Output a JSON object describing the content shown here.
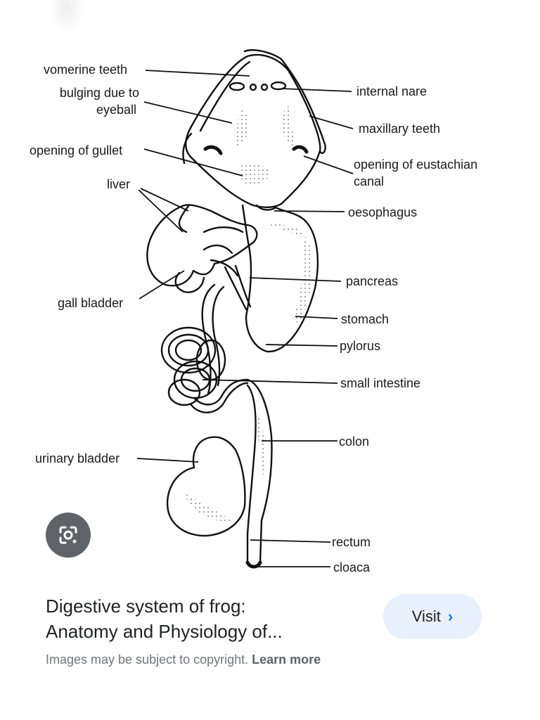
{
  "diagram": {
    "labels": {
      "vomerine_teeth": "vomerine teeth",
      "bulging_eyeball_1": "bulging due to",
      "bulging_eyeball_2": "eyeball",
      "opening_gullet": "opening of gullet",
      "liver": "liver",
      "gall_bladder": "gall bladder",
      "urinary_bladder": "urinary bladder",
      "internal_nare": "internal nare",
      "maxillary_teeth": "maxillary teeth",
      "eustachian_1": "opening of eustachian",
      "eustachian_2": "canal",
      "oesophagus": "oesophagus",
      "pancreas": "pancreas",
      "stomach": "stomach",
      "pylorus": "pylorus",
      "small_intestine": "small intestine",
      "colon": "colon",
      "rectum": "rectum",
      "cloaca": "cloaca"
    }
  },
  "lens": {
    "icon": "google-lens-icon"
  },
  "result": {
    "title_line1": "Digestive system of frog:",
    "title_line2": "Anatomy and Physiology of...",
    "visit_label": "Visit",
    "copyright_text": "Images may be subject to copyright.",
    "learn_more": "Learn more"
  },
  "colors": {
    "visit_bg": "#e8f0fe",
    "chevron": "#1a73e8",
    "lens_bg": "#5f6368"
  }
}
